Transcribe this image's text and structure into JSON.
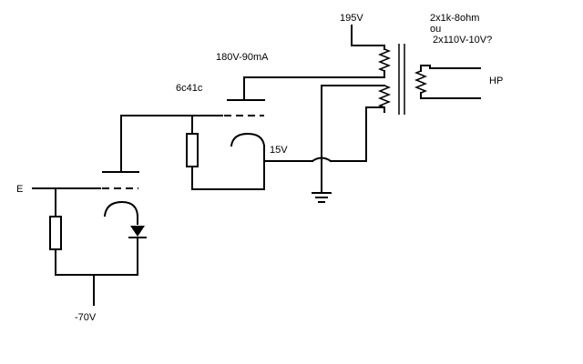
{
  "labels": {
    "input": "E",
    "bias_supply": "-70V",
    "tube": "6c41c",
    "anode": "180V-90mA",
    "cathode": "15V",
    "supply": "195V",
    "transformer_line1": "2x1k-8ohm",
    "transformer_line2": "ou",
    "transformer_line3": "2x110V-10V?",
    "speaker": "HP"
  },
  "colors": {
    "ink": "#000000",
    "background": "#ffffff"
  }
}
